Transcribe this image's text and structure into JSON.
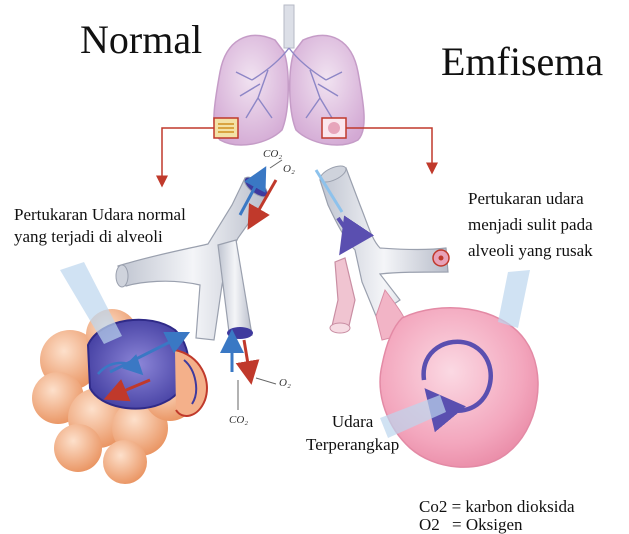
{
  "titles": {
    "normal": "Normal",
    "emphysema": "Emfisema"
  },
  "captions": {
    "normal_exchange": [
      "Pertukaran Udara normal",
      "yang terjadi di alveoli"
    ],
    "damaged_exchange": [
      "Pertukaran udara",
      "menjadi sulit pada",
      "alveoli yang rusak"
    ],
    "trapped_air": [
      "Udara",
      "Terperangkap"
    ]
  },
  "gas_labels": {
    "co2": "CO₂",
    "o2": "O₂"
  },
  "legend": {
    "co2": {
      "term": "Co2",
      "meaning": "= karbon dioksida"
    },
    "o2": {
      "term": "O2",
      "meaning": "= Oksigen"
    }
  },
  "colors": {
    "lung": "#d9b6da",
    "airway": "#e4e7ee",
    "alveoli_normal": "#f4b08a",
    "alveoli_emphysema": "#f4a9bd",
    "co2_arrow": "#3a78c4",
    "o2_arrow": "#c0392b",
    "pointer": "#c0392b"
  }
}
